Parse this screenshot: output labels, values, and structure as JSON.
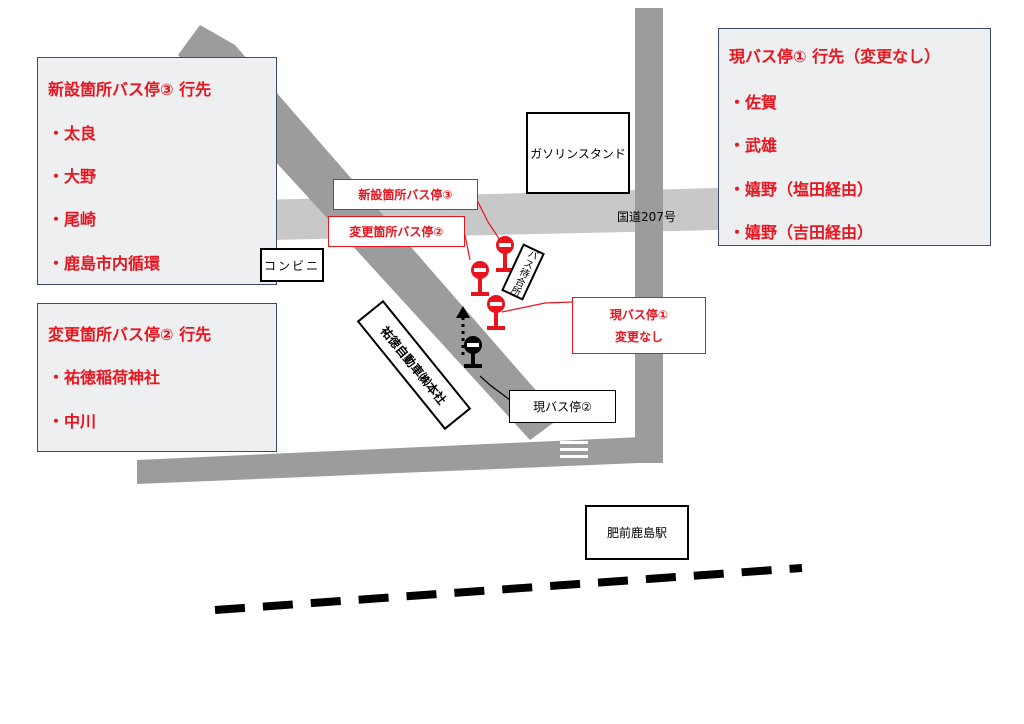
{
  "colors": {
    "road": "#c8c8c8",
    "road_dark": "#9c9c9c",
    "accent": "#e8141e",
    "panel_bg": "#eeeff1",
    "panel_border": "#3b4a6b"
  },
  "panels": {
    "left_top": {
      "title": "新設箇所バス停③ 行先",
      "items": [
        "・太良",
        "・大野",
        "・尾崎",
        "・鹿島市内循環"
      ]
    },
    "left_bottom": {
      "title": "変更箇所バス停② 行先",
      "items": [
        "・祐徳稲荷神社",
        "・中川"
      ]
    },
    "right_top": {
      "title": "現バス停① 行先（変更なし）",
      "items": [
        "・佐賀",
        "・武雄",
        "・嬉野（塩田経由）",
        "・嬉野（吉田経由）"
      ]
    }
  },
  "labels": {
    "gas_station": "ガソリンスタンド",
    "route": "国道207号",
    "konbini": "コンビニ",
    "new_stop3": "新設箇所バス停③",
    "changed_stop2": "変更箇所バス停②",
    "bus_waiting": "バス待合所",
    "current_stop1_line1": "現バス停①",
    "current_stop1_line2": "変更なし",
    "company": "祐徳自動車㈱本社",
    "current_stop2": "現バス停②",
    "station": "肥前鹿島駅"
  }
}
